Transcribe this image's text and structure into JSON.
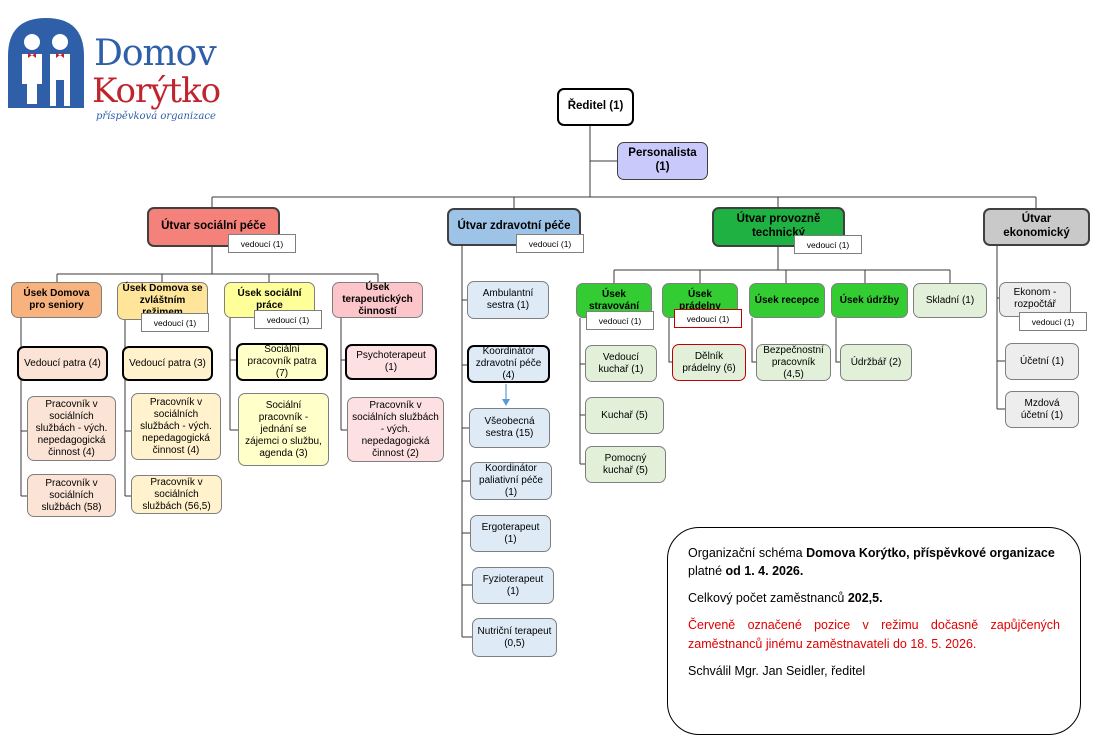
{
  "logo": {
    "line1": "Domov",
    "line2": "Korýtko",
    "line3": "příspěvková organizace"
  },
  "vedouci": "vedoucí (1)",
  "director": "Ředitel (1)",
  "hr": "Personalista (1)",
  "departments": {
    "social": "Útvar sociální péče",
    "health": "Útvar zdravotní péče",
    "tech": "Útvar provozně technický",
    "econ": "Útvar ekonomický"
  },
  "social": {
    "seniors": {
      "title": "Úsek Domova pro seniory",
      "items": [
        "Vedoucí patra (4)",
        "Pracovník v sociálních službách - vých. nepedagogická činnost (4)",
        "Pracovník v sociálních službách (58)"
      ]
    },
    "special": {
      "title": "Úsek Domova se zvláštním režimem",
      "items": [
        "Vedoucí patra (3)",
        "Pracovník v sociálních službách - vých. nepedagogická činnost (4)",
        "Pracovník v sociálních službách (56,5)"
      ]
    },
    "work": {
      "title": "Úsek sociální práce",
      "items": [
        "Sociální pracovník patra (7)",
        "Sociální pracovník - jednání se zájemci o službu, agenda (3)"
      ]
    },
    "therapy": {
      "title": "Úsek terapeutických činností",
      "items": [
        "Psychoterapeut (1)",
        "Pracovník v sociálních službách - vých. nepedagogická činnost (2)"
      ]
    }
  },
  "health": {
    "items": [
      "Ambulantní sestra (1)",
      "Koordinátor zdravotní péče (4)",
      "Všeobecná sestra (15)",
      "Koordinátor paliativní péče (1)",
      "Ergoterapeut (1)",
      "Fyzioterapeut (1)",
      "Nutriční terapeut (0,5)"
    ]
  },
  "tech": {
    "catering": {
      "title": "Úsek stravování",
      "items": [
        "Vedoucí kuchař (1)",
        "Kuchař (5)",
        "Pomocný kuchař (5)"
      ]
    },
    "laundry": {
      "title": "Úsek prádelny",
      "items": [
        "Dělník prádelny (6)"
      ]
    },
    "reception": {
      "title": "Úsek recepce",
      "items": [
        "Bezpečnostní pracovník (4,5)"
      ]
    },
    "maintenance": {
      "title": "Úsek údržby",
      "items": [
        "Údržbář (2)"
      ]
    },
    "storekeeper": "Skladní (1)"
  },
  "econ": {
    "items": [
      "Ekonom - rozpočtář",
      "Účetní (1)",
      "Mzdová účetní (1)"
    ]
  },
  "note": {
    "p1_a": "Organizační schéma ",
    "p1_b": "Domova Korýtko, příspěvkové organizace",
    "p1_c": " platné ",
    "p1_d": "od 1. 4. 2026.",
    "p2_a": "Celkový počet zaměstnanců ",
    "p2_b": "202,5.",
    "p3": "Červeně označené pozice v režimu dočasně zapůjčených zaměstnanců jinému zaměstnavateli do 18. 5. 2026.",
    "p4": "Schválil Mgr. Jan Seidler, ředitel"
  },
  "colors": {
    "social": "#f4817a",
    "health": "#9dc3e6",
    "tech": "#1fb141",
    "econ": "#c9c9c9",
    "hr": "#c9c9fb",
    "seniors": "#f7b27d",
    "seniors_light": "#fbe4d5",
    "special": "#ffe599",
    "special_light": "#fff2cc",
    "work": "#ffff99",
    "work_light": "#ffffc9",
    "therapy": "#fbc5c9",
    "therapy_light": "#fde0e2",
    "health_light": "#deebf7",
    "tech_green": "#33cc33",
    "tech_light": "#e2f0d9",
    "econ_light": "#ededed",
    "red": "#c00000"
  }
}
